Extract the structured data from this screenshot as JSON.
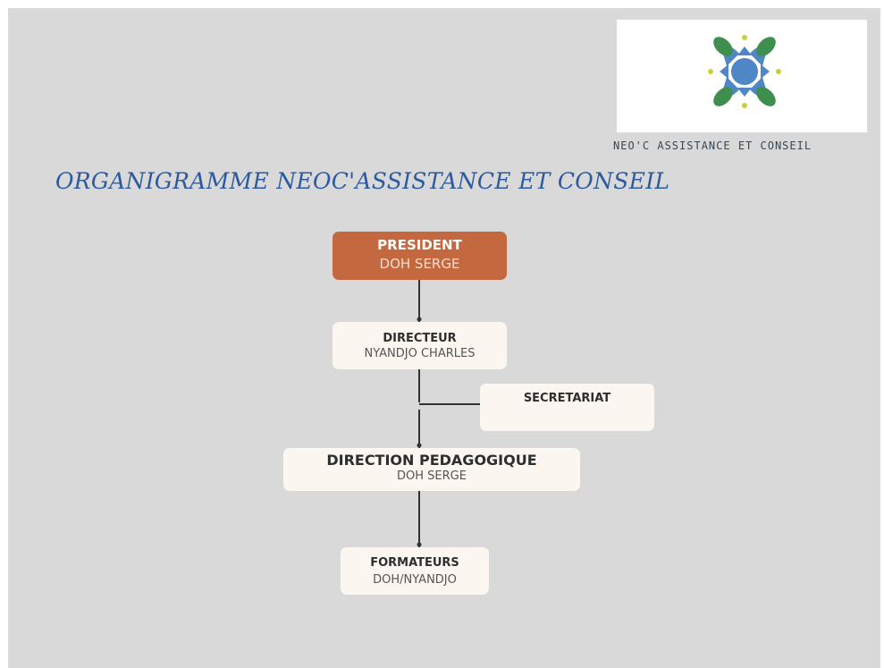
{
  "logo": {
    "caption": "NEO'C ASSISTANCE ET CONSEIL",
    "colors": {
      "blue": "#4f86c6",
      "green": "#3e8e4e",
      "yellow": "#c8cf3a"
    }
  },
  "title": "ORGANIGRAMME NEOC'ASSISTANCE ET CONSEIL",
  "nodes": {
    "president": {
      "role": "PRESIDENT",
      "name": "DOH SERGE"
    },
    "directeur": {
      "role": "DIRECTEUR",
      "name": "NYANDJO CHARLES"
    },
    "secretariat": {
      "role": "SECRETARIAT"
    },
    "direction_pedagogique": {
      "role": "DIRECTION PEDAGOGIQUE",
      "name": "DOH SERGE"
    },
    "formateurs": {
      "role": "FORMATEURS",
      "name": "DOH/NYANDJO"
    }
  },
  "colors": {
    "background": "#d9d9d9",
    "president_box": "#c3683f",
    "box": "#fbf6ef",
    "title": "#2b5aa0"
  }
}
